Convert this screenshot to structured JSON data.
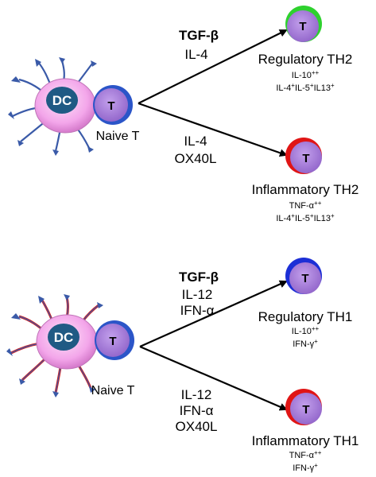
{
  "panels": [
    {
      "dc_label": "DC",
      "t_label": "T",
      "naive_label": "Naive T",
      "upper_cytokines": [
        "TGF-β",
        "IL-4"
      ],
      "lower_cytokines": [
        "IL-4",
        "OX40L"
      ],
      "upper_outcome": {
        "cell_label": "T",
        "title": "Regulatory TH2",
        "line1": "IL-10",
        "line1_sup": "++",
        "line2_parts": [
          "IL-4",
          "+",
          "IL-5",
          "+",
          "IL13",
          "+"
        ]
      },
      "lower_outcome": {
        "cell_label": "T",
        "title": "Inflammatory TH2",
        "line1": "TNF-α",
        "line1_sup": "++",
        "line2_parts": [
          "IL-4",
          "+",
          "IL-5",
          "+",
          "IL13",
          "+"
        ]
      }
    },
    {
      "dc_label": "DC",
      "t_label": "T",
      "naive_label": "Naive T",
      "upper_cytokines": [
        "TGF-β",
        "IL-12",
        "IFN-α"
      ],
      "lower_cytokines": [
        "IL-12",
        "IFN-α",
        "OX40L"
      ],
      "upper_outcome": {
        "cell_label": "T",
        "title": "Regulatory TH1",
        "line1": "IL-10",
        "line1_sup": "++",
        "line2_parts": [
          "IFN-γ",
          "+"
        ]
      },
      "lower_outcome": {
        "cell_label": "T",
        "title": "Inflammatory TH1",
        "line1": "TNF-α",
        "line1_sup": "++",
        "line2_parts": [
          "IFN-γ",
          "+"
        ]
      }
    }
  ],
  "colors": {
    "dc_outer": "#f3a6ea",
    "dc_nucleus": "#1f5a84",
    "t_body": "#a77ed6",
    "t_ring": "#2b55c8",
    "regulatory_th2_ring": "#2ed12e",
    "regulatory_th1_ring": "#1c2fd6",
    "inflammatory_ring": "#e01515",
    "dendrite_blue": "#3a5aa8",
    "dendrite_red": "#d01c1c"
  }
}
